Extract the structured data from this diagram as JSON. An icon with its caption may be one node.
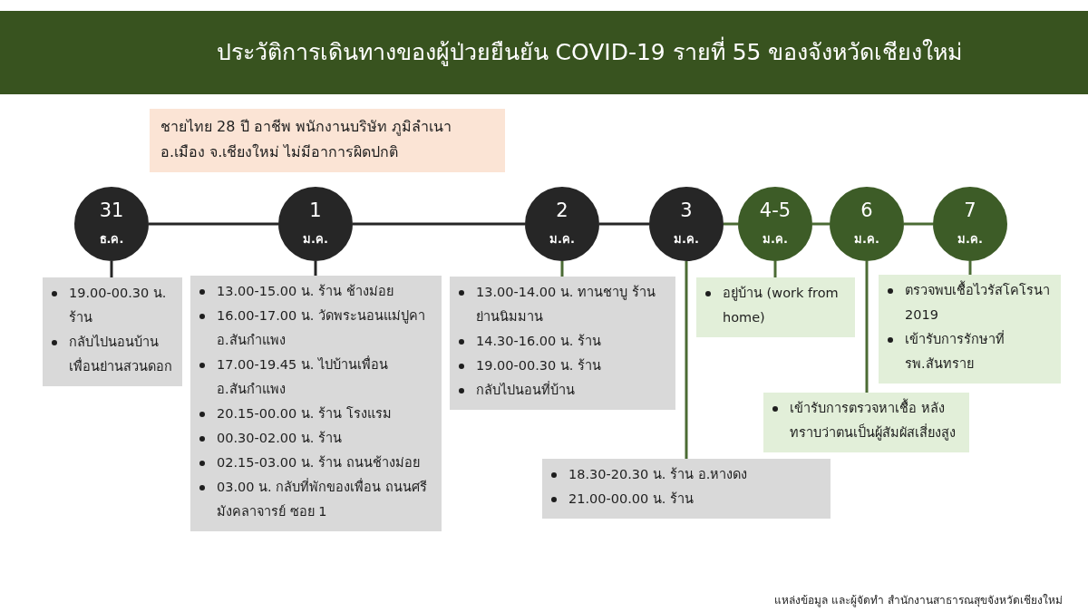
{
  "diagram": {
    "title": "ประวัติการเดินทางของผู้ป่วยยืนยัน COVID-19 รายที่ 55 ของจังหวัดเชียงใหม่",
    "nodes": [
      {
        "text": [
          "ชายไทย 28 ปี อาชีพ พนักงานบริษัท ภูมิลำเนา อ.เมือง จ.เชียงใหม่ ไม่มีอาการผิดปกติ"
        ]
      },
      {
        "text": [
          "31",
          "ธ.ค."
        ]
      },
      {
        "text": [
          "1",
          "ม.ค."
        ]
      },
      {
        "text": [
          "2",
          "ม.ค."
        ]
      },
      {
        "text": [
          "3",
          "ม.ค."
        ]
      },
      {
        "text": [
          "4-5",
          "ม.ค."
        ]
      },
      {
        "text": [
          "6",
          "ม.ค."
        ]
      },
      {
        "text": [
          "7",
          "ม.ค."
        ]
      },
      {
        "text": [
          "19.00-00.30 น. ร้าน",
          "กลับไปนอนบ้านเพื่อนย่านสวนดอก"
        ]
      },
      {
        "text": [
          "13.00-15.00 น. ร้าน ช้างม่อย",
          "16.00-17.00 น. วัดพระนอนแม่ปูคา อ.สันกำแพง",
          "17.00-19.45 น. ไปบ้านเพื่อน อ.สันกำแพง",
          "20.15-00.00 น. ร้าน โรงแรม",
          "00.30-02.00 น. ร้าน",
          "02.15-03.00 น. ร้าน ถนนช้างม่อย",
          "03.00 น. กลับที่พักของเพื่อน ถนนศรีมังคลาจารย์ ซอย 1"
        ]
      },
      {
        "text": [
          "13.00-14.00 น. ทานชาบู ร้าน ย่านนิมมาน",
          "14.30-16.00 น. ร้าน",
          "19.00-00.30 น. ร้าน",
          "กลับไปนอนที่บ้าน"
        ]
      },
      {
        "text": [
          "18.30-20.30 น. ร้าน อ.หางดง",
          "21.00-00.00 น. ร้าน"
        ]
      },
      {
        "text": [
          "อยู่บ้าน (work from home)"
        ]
      },
      {
        "text": [
          "เข้ารับการตรวจหาเชื้อ หลังทราบว่าตนเป็นผู้สัมผัสเสี่ยงสูง"
        ]
      },
      {
        "text": [
          "ตรวจพบเชื้อไวรัสโคโรนา 2019",
          "เข้ารับการรักษาที่รพ.สันทราย"
        ]
      }
    ],
    "edges": [
      {
        "from": 1,
        "to": 2,
        "arrow": "none",
        "color": "#262626"
      },
      {
        "from": 2,
        "to": 3,
        "arrow": "none",
        "color": "#262626"
      },
      {
        "from": 3,
        "to": 4,
        "arrow": "none",
        "color": "#262626"
      },
      {
        "from": 4,
        "to": 5,
        "arrow": "none"
      },
      {
        "from": 5,
        "to": 6,
        "arrow": "none"
      },
      {
        "from": 6,
        "to": 7,
        "arrow": "none"
      },
      {
        "from": 1,
        "to": 8,
        "arrow": "none",
        "color": "#262626"
      },
      {
        "from": 2,
        "to": 9,
        "arrow": "none",
        "color": "#262626"
      },
      {
        "from": 3,
        "to": 10,
        "arrow": "none"
      },
      {
        "from": 4,
        "to": 11,
        "arrow": "none"
      },
      {
        "from": 5,
        "to": 12,
        "arrow": "none"
      },
      {
        "from": 6,
        "to": 13,
        "arrow": "none"
      },
      {
        "from": 7,
        "to": 14,
        "arrow": "none"
      }
    ],
    "labels": [
      "แหล่งข้อมูล และผู้จัดทำ สำนักงานสาธารณสุขจังหวัดเชียงใหม่"
    ]
  }
}
